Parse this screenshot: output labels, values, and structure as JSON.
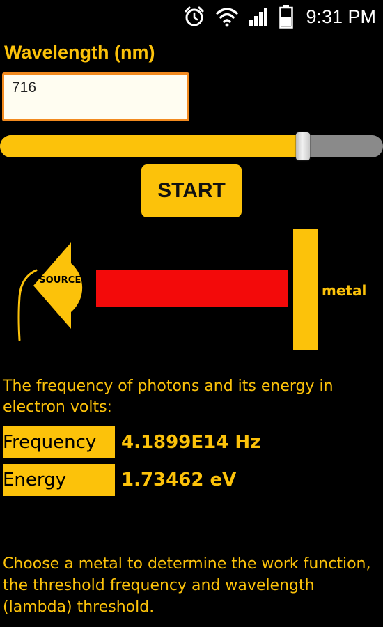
{
  "status_bar": {
    "time": "9:31 PM",
    "icons": [
      "alarm-icon",
      "wifi-icon",
      "signal-icon",
      "battery-icon"
    ]
  },
  "wavelength": {
    "label": "Wavelength (nm)",
    "value": "716",
    "slider_fraction": 0.79
  },
  "start_button": {
    "label": "START"
  },
  "diagram": {
    "source_label": "SOURCE",
    "metal_label": "metal"
  },
  "results": {
    "description": "The frequency of photons and its energy in electron volts:",
    "frequency_label": "Frequency",
    "frequency_value": "4.1899E14 Hz",
    "energy_label": "Energy",
    "energy_value": "1.73462 eV"
  },
  "metal_prompt": "Choose a metal to determine the work function, the threshold frequency and wavelength (lambda) threshold.",
  "colors": {
    "accent": "#fcc20a",
    "beam": "#f30a0a",
    "input_border": "#f28a1f",
    "background": "#000000"
  }
}
